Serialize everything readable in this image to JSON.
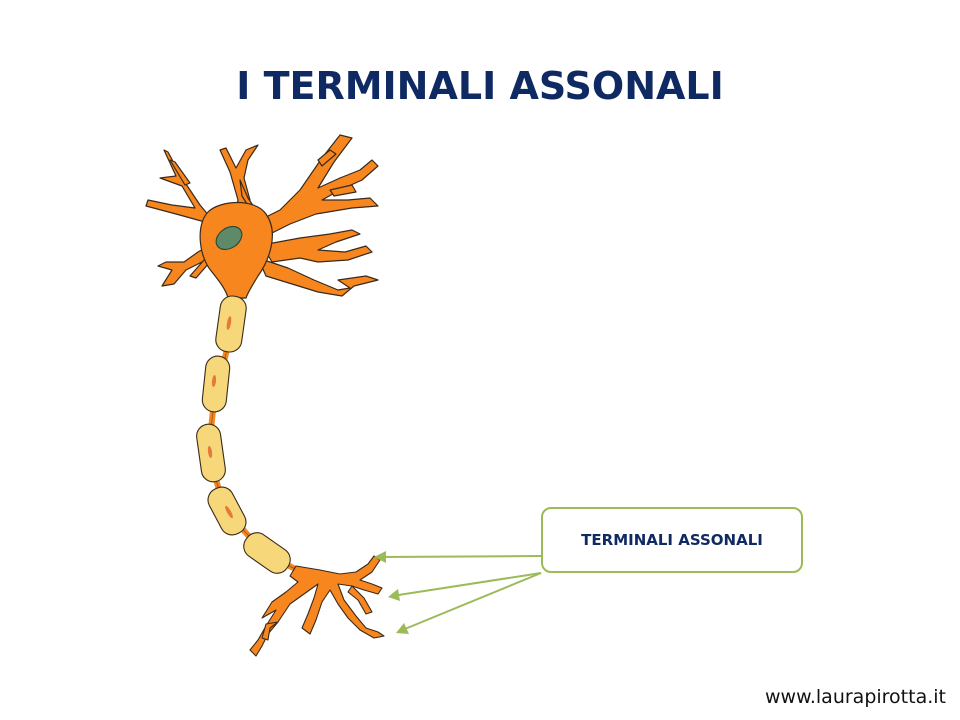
{
  "title": "I TERMINALI ASSONALI",
  "callout": {
    "label": "TERMINALI ASSONALI"
  },
  "footer": {
    "url": "www.laurapirotta.it"
  },
  "colors": {
    "title": "#0f2a63",
    "neuron_body": "#f7861f",
    "neuron_outline": "#3a2a1a",
    "nucleus": "#5f8a6a",
    "myelin": "#f6d77a",
    "myelin_mark": "#e36a2a",
    "callout_border": "#9bbb59",
    "arrow": "#9bbb59"
  },
  "icons": {
    "neuron": "neuron-illustration"
  }
}
